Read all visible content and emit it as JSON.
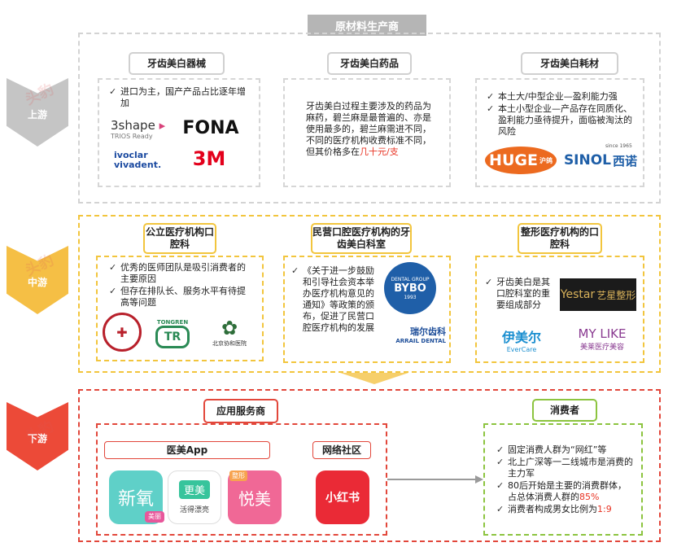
{
  "title": "原材料生产商",
  "stages": {
    "upstream": "上游",
    "midstream": "中游",
    "downstream": "下游"
  },
  "colors": {
    "upstream": "#c9c9c9",
    "midstream": "#f5c24a",
    "downstream": "#e8493a",
    "mid_border": "#f2c53d",
    "down_border": "#e2473b",
    "consumer_border": "#8cc43f",
    "gray_border": "#d6d6d6"
  },
  "upstream": {
    "equipment": {
      "title": "牙齿美白器械",
      "items": [
        "进口为主，国产产品占比逐年增加"
      ],
      "logos": [
        "3shape TRIOS Ready",
        "FONA",
        "ivoclar vivadent",
        "3M"
      ]
    },
    "drugs": {
      "title": "牙齿美白药品",
      "text": "牙齿美白过程主要涉及的药品为麻药，碧兰麻是最普遍的、亦是使用最多的，碧兰麻需进不同，不同的医疗机构收费标准不同，但其价格多在",
      "highlight": "几十元/支"
    },
    "consumables": {
      "title": "牙齿美白耗材",
      "items": [
        "本土大/中型企业—盈利能力强",
        "本土小型企业—产品存在同质化、盈利能力亟待提升，面临被淘汰的风险"
      ],
      "logos": [
        "HUGE",
        "沪鸽",
        "SINOL",
        "西诺",
        "since 1965"
      ]
    }
  },
  "midstream": {
    "public": {
      "title": "公立医疗机构口腔科",
      "items": [
        "优秀的医师团队是吸引消费者的主要原因",
        "但存在排队长、服务水平有待提高等问题"
      ],
      "logos": [
        "TONGREN",
        "北京协和医院"
      ]
    },
    "private": {
      "title": "民营口腔医疗机构的牙齿美白科室",
      "items": [
        "《关于进一步鼓励和引导社会资本举办医疗机构意见的通知》等政策的颁布，促进了民营口腔医疗机构的发展"
      ],
      "logos": [
        "BYBO",
        "DENTAL GROUP",
        "1993",
        "瑞尔齿科",
        "ARRAIL DENTAL"
      ]
    },
    "cosmetic": {
      "title": "整形医疗机构的口腔科",
      "items": [
        "牙齿美白是其口腔科室的重要组成部分"
      ],
      "logos": [
        "Yestar",
        "艺星整形",
        "伊美尔",
        "EverCare",
        "MY LIKE",
        "美莱医疗美容"
      ]
    }
  },
  "downstream": {
    "service": {
      "title": "应用服务商",
      "app_label": "医美App",
      "community_label": "网络社区",
      "apps": [
        "新氧",
        "美丽",
        "更美",
        "活得漂亮",
        "悦美",
        "整形",
        "小红书"
      ]
    },
    "consumers": {
      "title": "消费者",
      "items": [
        {
          "text": "固定消费人群为“网红”等",
          "hl": ""
        },
        {
          "text": "北上广深等一二线城市是消费的主力军",
          "hl": ""
        },
        {
          "text": "80后开始是主要的消费群体，占总体消费人群的",
          "hl": "85%"
        },
        {
          "text": "消费者构成男女比例为",
          "hl": "1:9"
        }
      ]
    }
  },
  "watermark": "头豹"
}
